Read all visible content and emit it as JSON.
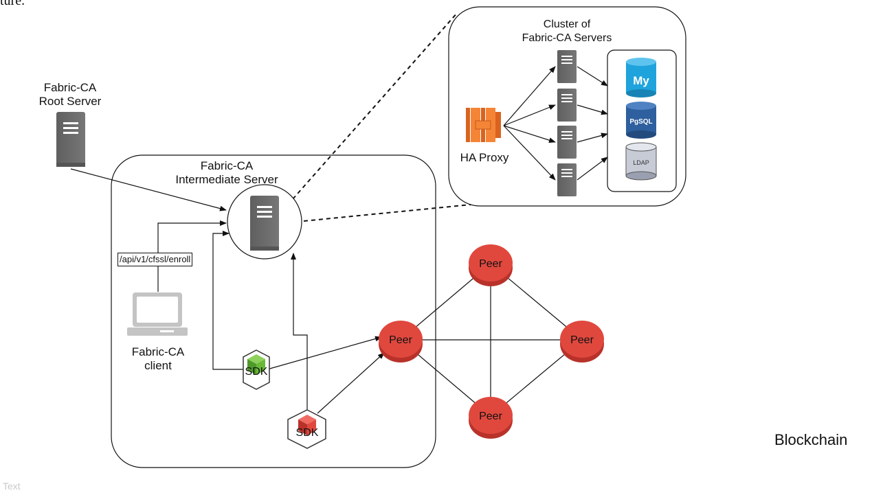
{
  "snippet_text": "ture.",
  "watermark": "Text",
  "root_server": {
    "line1": "Fabric-CA",
    "line2": "Root Server"
  },
  "intermediate_server": {
    "line1": "Fabric-CA",
    "line2": "Intermediate Server"
  },
  "cluster": {
    "line1": "Cluster of",
    "line2": "Fabric-CA Servers"
  },
  "ha_proxy": "HA Proxy",
  "databases": {
    "mysql": "My",
    "pgsql": "PgSQL",
    "ldap": "LDAP"
  },
  "client": {
    "line1": "Fabric-CA",
    "line2": "client"
  },
  "api_endpoint": "/api/v1/cfssl/enroll",
  "sdk_green": "SDK",
  "sdk_red": "SDK",
  "peers": [
    "Peer",
    "Peer",
    "Peer",
    "Peer"
  ],
  "blockchain_label": "Blockchain",
  "colors": {
    "peer_red": "#e0483e",
    "server_gray": "#6b6b6b",
    "sdk_green": "#6aba3a",
    "sdk_red": "#e0483e",
    "haproxy_orange": "#f58536",
    "mysql_blue": "#1fa3dc",
    "pgsql_blue": "#2e5f9e",
    "ldap_gray": "#c7cbd6"
  }
}
